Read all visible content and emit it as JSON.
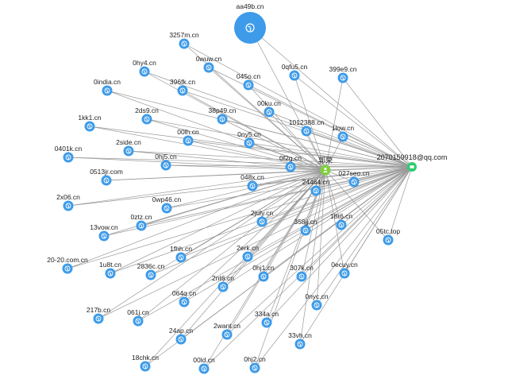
{
  "graph": {
    "colors": {
      "edge": "#9a9a9a",
      "domain_node": "#3d9be9",
      "big_node": "#3d9be9",
      "person_hub": "#7ed03c",
      "email_hub": "#2ecc71"
    },
    "hubs": {
      "person": {
        "label": "郭荣",
        "icon": "person-icon"
      },
      "email": {
        "label": "2070159918@qq.com",
        "icon": "email-icon"
      },
      "big_domain": {
        "label": "aa49b.cn",
        "icon": "globe-icon"
      }
    },
    "domains": [
      "3257m.cn",
      "0hy4.cn",
      "0wuw.cn",
      "0qfu5.cn",
      "399e9.cn",
      "0india.cn",
      "396fk.cn",
      "045o.cn",
      "00ku.cn",
      "2ds9.cn",
      "38p49.cn",
      "1012388.cn",
      "1kk1.cn",
      "00lh.cn",
      "0ny5.cn",
      "1low.cn",
      "2side.cn",
      "0401k.cn",
      "0hj5.cn",
      "0f2g.cn",
      "027seo.cn",
      "0513jr.com",
      "048x.cn",
      "24464.cn",
      "2x06.cn",
      "0wp46.cn",
      "2july.cn",
      "0ztz.cn",
      "13vow.cn",
      "358jj.cn",
      "18r6.cn",
      "05tc.top",
      "1fhh.cn",
      "2erk.cn",
      "20-20.com.cn",
      "1u8t.cn",
      "2836c.cn",
      "0hj1.cn",
      "307k.cn",
      "0ecuy.cn",
      "2nt6.cn",
      "064q.cn",
      "0nyc.cn",
      "217b.cn",
      "061j.cn",
      "334a.cn",
      "24ap.cn",
      "2want.cn",
      "33vh.cn",
      "18chk.cn",
      "00ld.cn",
      "0hj2.cn"
    ]
  }
}
